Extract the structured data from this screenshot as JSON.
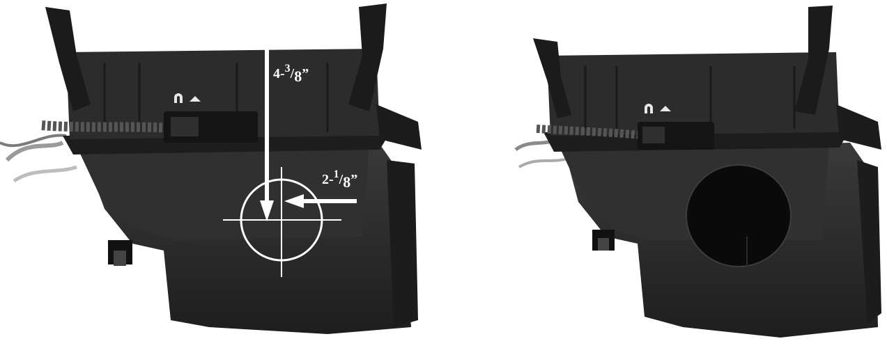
{
  "figure": {
    "left_panel": {
      "measurements": {
        "vertical": {
          "whole": "4-",
          "num": "3",
          "den": "8",
          "unit": "”"
        },
        "horizontal": {
          "whole": "2-",
          "num": "1",
          "den": "8",
          "unit": "”"
        }
      }
    },
    "colors": {
      "background": "#ffffff",
      "housing": "#2a2a2a",
      "markings": "#ffffff",
      "hole": "#0a0a0a"
    }
  }
}
